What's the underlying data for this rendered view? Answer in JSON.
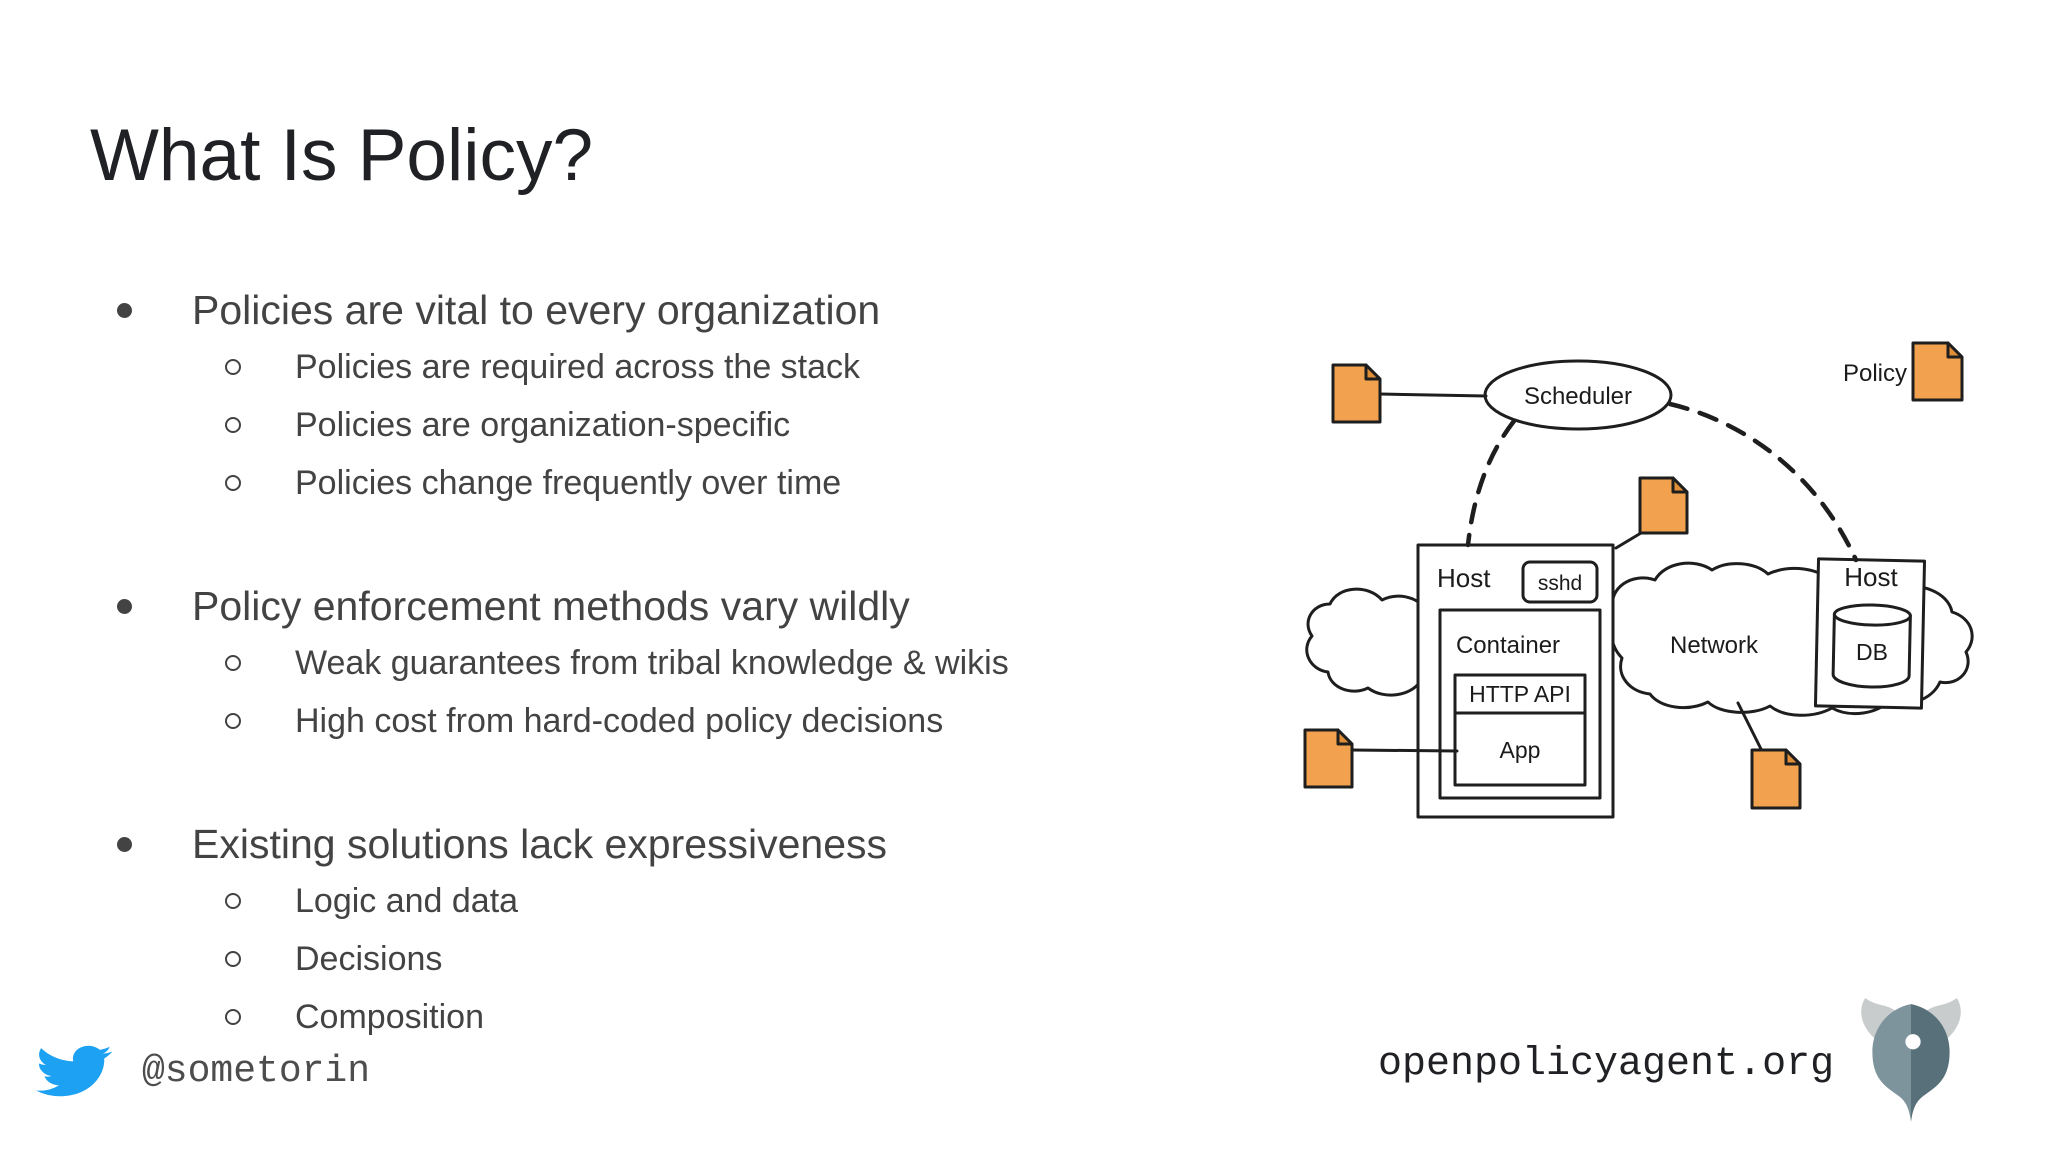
{
  "slide": {
    "title": "What Is Policy?",
    "bullets": [
      {
        "label": "Policies are vital to every organization",
        "subs": [
          "Policies are required across the stack",
          "Policies are organization-specific",
          "Policies change frequently over time"
        ]
      },
      {
        "label": "Policy enforcement methods vary wildly",
        "subs": [
          "Weak guarantees from tribal knowledge & wikis",
          "High cost from hard-coded policy decisions"
        ]
      },
      {
        "label": "Existing solutions lack expressiveness",
        "subs": [
          "Logic and data",
          "Decisions",
          "Composition"
        ]
      }
    ]
  },
  "diagram": {
    "scheduler_label": "Scheduler",
    "policy_legend_label": "Policy",
    "host_left_label": "Host",
    "sshd_label": "sshd",
    "container_label": "Container",
    "http_api_label": "HTTP API",
    "app_label": "App",
    "network_label": "Network",
    "host_right_label": "Host",
    "db_label": "DB"
  },
  "footer": {
    "twitter_handle": "@sometorin",
    "website": "openpolicyagent.org"
  },
  "colors": {
    "background": "#FFFFFF",
    "title_text": "#202124",
    "body_text": "#434343",
    "note_orange": "#F2A24E",
    "note_fold_orange": "#E08F38",
    "diagram_outline": "#1E1E1E",
    "twitter_blue": "#1DA1F2",
    "opa_helmet_left": "#7E949C",
    "opa_helmet_right": "#57707A",
    "opa_horns": "#C8CCCD"
  }
}
